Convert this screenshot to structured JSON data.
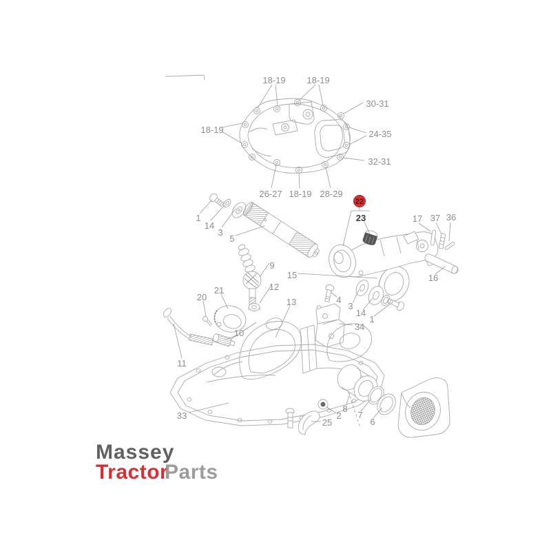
{
  "watermark": {
    "word1": "Massey",
    "word2": "Tractor",
    "word3": "Parts"
  },
  "highlight_badge": {
    "text": "22"
  },
  "callouts": {
    "c1819_tl": "18-19",
    "c1819_tr": "18-19",
    "c1819_left": "18-19",
    "c3031": "30-31",
    "c2435": "24-35",
    "c3231": "32-31",
    "c2627": "26-27",
    "c1819_bottom": "18-19",
    "c2829": "28-29",
    "c1": "1",
    "c14": "14",
    "c3": "3",
    "c5": "5",
    "c23": "23",
    "c17": "17",
    "c37": "37",
    "c36": "36",
    "c16": "16",
    "c15": "15",
    "c13": "13",
    "c9": "9",
    "c12": "12",
    "c21": "21",
    "c20": "20",
    "c10": "10",
    "c11": "11",
    "c4": "4",
    "c3b": "3",
    "c14b": "14",
    "c1b": "1",
    "c34": "34",
    "c33": "33",
    "c8": "8",
    "c7": "7",
    "c6": "6",
    "c2": "2",
    "c25": "25"
  },
  "colors": {
    "badge_red": "#cf3533",
    "badge_text": "#5e0e0e",
    "watermark_gray": "#4c4c4c",
    "watermark_red": "#cf2127",
    "watermark_light": "#949494",
    "line_gray": "#a9a9a9"
  }
}
